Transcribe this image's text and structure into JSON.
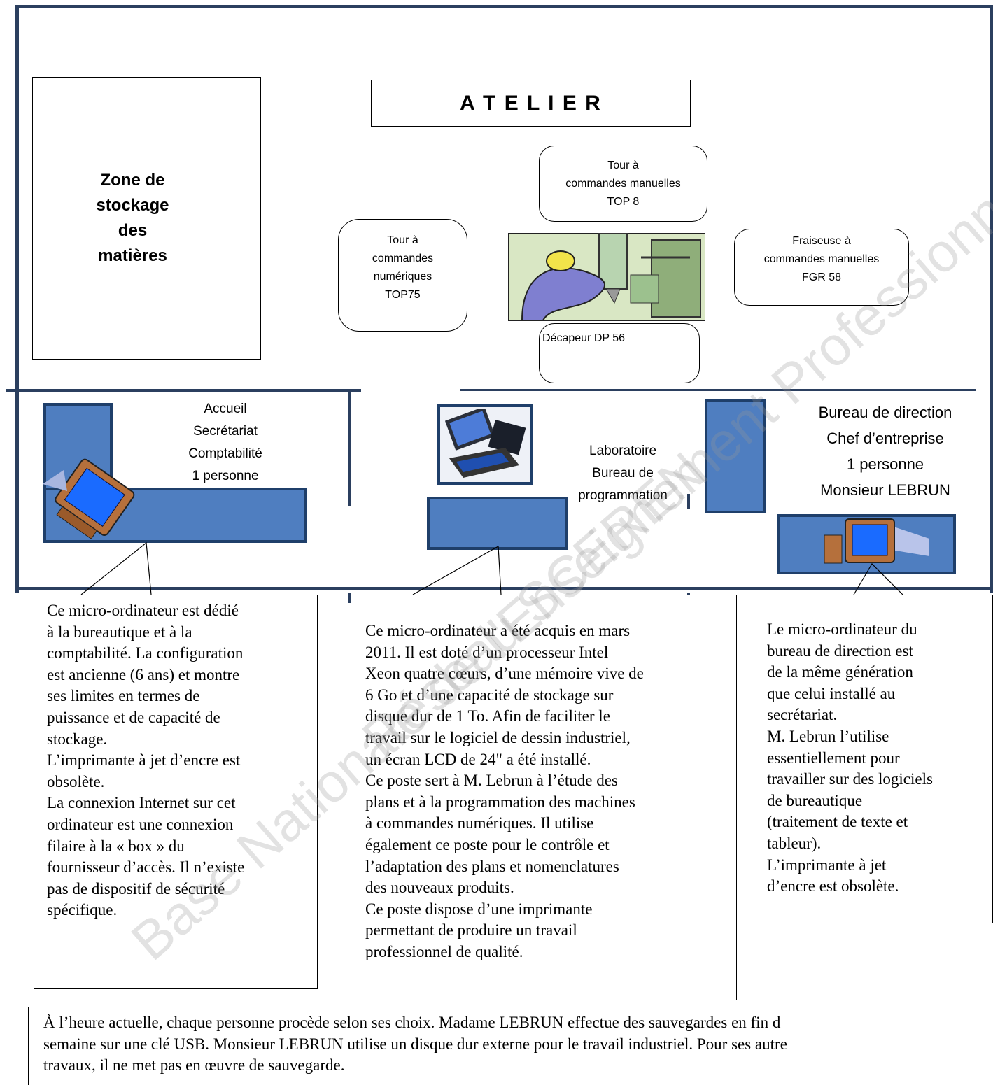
{
  "atelier_title": "A T E L I E R",
  "storage_label": "Zone de\nstockage\ndes\nmatières",
  "machines": {
    "tour_manuel": "Tour à\ncommandes manuelles\nTOP 8",
    "tour_numerique": "Tour à\ncommandes\nnumériques\nTOP75",
    "fraiseuse": "Fraiseuse à\ncommandes manuelles\nFGR 58",
    "decapeur": "Décapeur DP 56"
  },
  "rooms": {
    "accueil": "Accueil\nSecrétariat\nComptabilité\n1 personne",
    "laboratoire": "Laboratoire\nBureau de\nprogrammation",
    "direction": "Bureau de direction\nChef d’entreprise\n1 personne\nMonsieur LEBRUN"
  },
  "callouts": {
    "secretariat": "Ce micro-ordinateur est dédié\nà la bureautique et à la\ncomptabilité. La configuration\nest ancienne (6 ans) et montre\nses limites en termes de\npuissance et de capacité de\nstockage.\nL’imprimante à jet d’encre est\nobsolète.\nLa connexion Internet sur cet\nordinateur est une connexion\nfilaire à la « box » du\nfournisseur d’accès. Il n’existe\npas de dispositif de sécurité\nspécifique.",
    "laboratoire": "Ce micro-ordinateur a été acquis en mars\n2011. Il est doté d’un processeur Intel\nXeon quatre cœurs, d’une mémoire vive de\n6 Go et d’une capacité de stockage sur\ndisque dur de 1 To. Afin de faciliter le\ntravail sur le logiciel de dessin industriel,\nun écran LCD de 24\" a été installé.\nCe poste sert à M. Lebrun à l’étude des\nplans et à la programmation des machines\nà commandes numériques. Il utilise\négalement ce poste pour le contrôle et\nl’adaptation des plans et nomenclatures\ndes nouveaux produits.\nCe poste dispose d’une imprimante\npermettant de produire un travail\nprofessionnel de qualité.",
    "direction": "Le micro-ordinateur du\nbureau de direction est\nde la même génération\nque celui installé au\nsecrétariat.\nM. Lebrun l’utilise\nessentiellement pour\ntravailler sur des logiciels\nde bureautique\n(traitement de texte et\ntableur).\nL’imprimante à jet\nd’encre est obsolète."
  },
  "bottom_text": "À l’heure actuelle, chaque personne procède selon ses choix. Madame LEBRUN effectue des sauvegardes en fin d\nsemaine sur une clé USB. Monsieur LEBRUN utilise un disque dur externe pour le travail industriel. Pour ses autre\ntravaux, il ne met pas en œuvre de sauvegarde.",
  "watermark": {
    "line1": "Base Nationale de l'Enseignement Professionnel",
    "line2": "Réseau SCEREN"
  }
}
